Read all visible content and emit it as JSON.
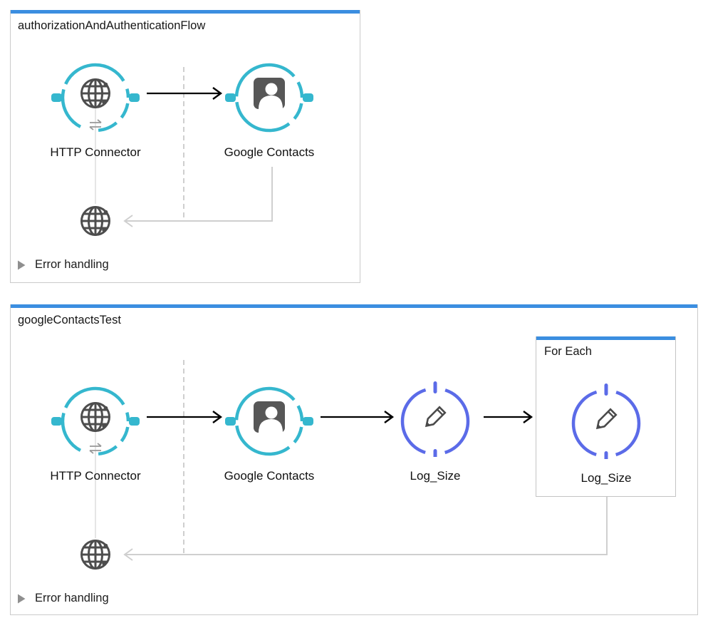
{
  "colors": {
    "flow_accent_bar": "#3b8ee0",
    "connector_ring_cyan": "#35b7ce",
    "logger_ring_indigo": "#5b6be8",
    "icon_gray": "#4d4d4d"
  },
  "flow1": {
    "title": "authorizationAndAuthenticationFlow",
    "http_label": "HTTP Connector",
    "contacts_label": "Google Contacts",
    "error_handling_label": "Error handling"
  },
  "flow2": {
    "title": "googleContactsTest",
    "http_label": "HTTP Connector",
    "contacts_label": "Google Contacts",
    "logger_label": "Log_Size",
    "foreach_title": "For Each",
    "foreach_logger_label": "Log_Size",
    "error_handling_label": "Error handling"
  }
}
